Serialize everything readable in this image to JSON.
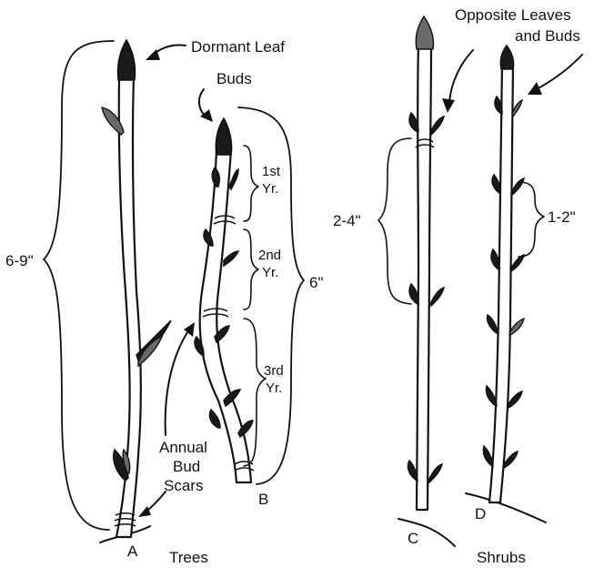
{
  "labels": {
    "dormant_leaf": "Dormant Leaf",
    "buds": "Buds",
    "first_yr_a": "1st",
    "first_yr_b": "Yr.",
    "second_yr_a": "2nd",
    "second_yr_b": "Yr.",
    "third_yr_a": "3rd",
    "third_yr_b": "Yr.",
    "six_inch": "6\"",
    "six_nine": "6-9\"",
    "annual_1": "Annual",
    "annual_2": "Bud",
    "annual_3": "Scars",
    "opposite_1": "Opposite Leaves",
    "opposite_2": "and Buds",
    "two_four": "2-4\"",
    "one_two": "1-2\"",
    "letter_a": "A",
    "letter_b": "B",
    "letter_c": "C",
    "letter_d": "D",
    "trees": "Trees",
    "shrubs": "Shrubs"
  }
}
